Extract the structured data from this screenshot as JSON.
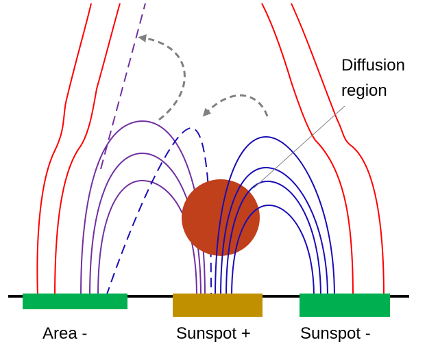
{
  "labels": {
    "diffusion_line1": "Diffusion",
    "diffusion_line2": "region",
    "area_minus": "Area -",
    "sunspot_plus": "Sunspot +",
    "sunspot_minus": "Sunspot -"
  },
  "colors": {
    "open_field": "#ff0000",
    "purple_loops": "#7030a0",
    "blue_loops": "#1a0db5",
    "diffusion_region": "#c0401c",
    "negative_patch": "#00b050",
    "positive_patch": "#c09000",
    "flow_arrow": "#808080",
    "photosphere": "#000000"
  }
}
